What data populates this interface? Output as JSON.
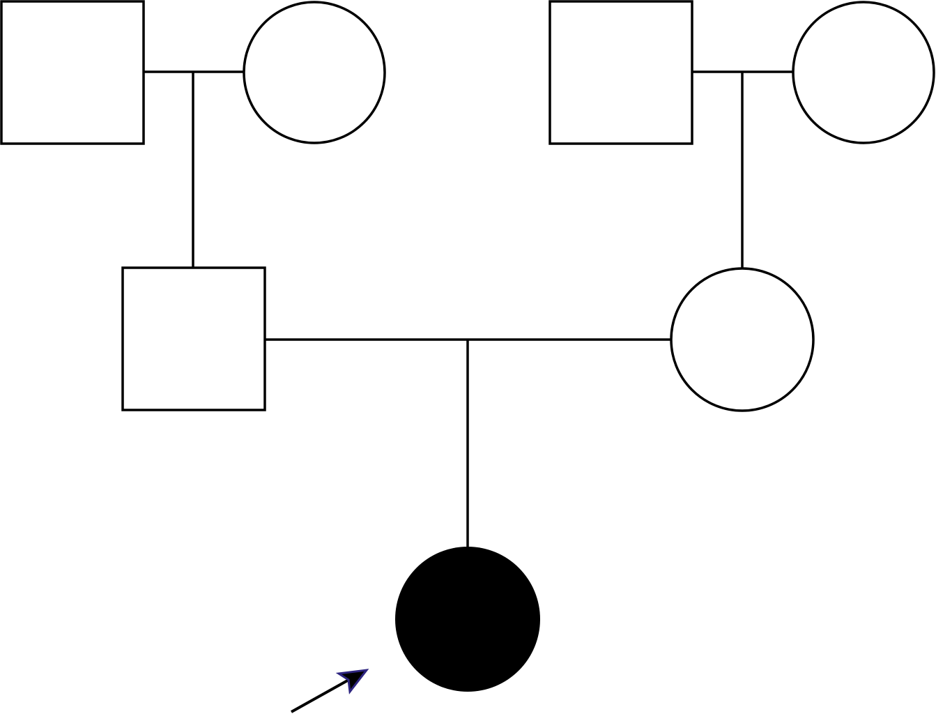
{
  "diagram": {
    "type": "pedigree",
    "generations": [
      {
        "generation": 1,
        "individuals": [
          {
            "id": "paternal-grandfather",
            "sex": "male",
            "affected": false
          },
          {
            "id": "paternal-grandmother",
            "sex": "female",
            "affected": false
          },
          {
            "id": "maternal-grandfather",
            "sex": "male",
            "affected": false
          },
          {
            "id": "maternal-grandmother",
            "sex": "female",
            "affected": false
          }
        ]
      },
      {
        "generation": 2,
        "individuals": [
          {
            "id": "father",
            "sex": "male",
            "affected": false
          },
          {
            "id": "mother",
            "sex": "female",
            "affected": false
          }
        ]
      },
      {
        "generation": 3,
        "individuals": [
          {
            "id": "proband",
            "sex": "female",
            "affected": true,
            "proband": true
          }
        ]
      }
    ],
    "colors": {
      "affected_fill": "#000000",
      "unaffected_fill": "#ffffff",
      "line": "#000000",
      "arrow_outline": "#2e2580"
    }
  }
}
